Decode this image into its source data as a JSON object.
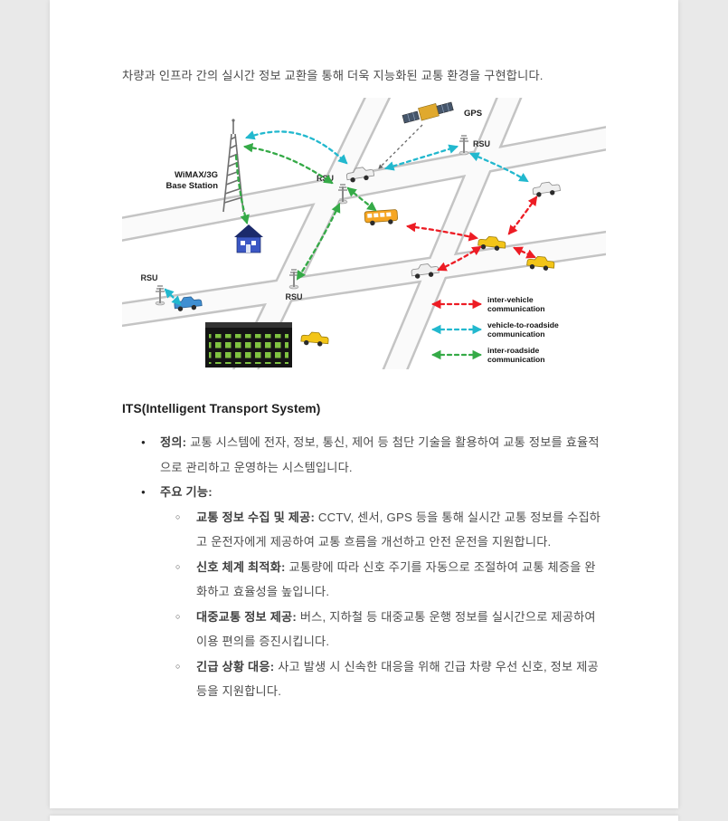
{
  "content": {
    "intro": "차량과 인프라 간의 실시간 정보 교환을 통해 더욱 지능화된 교통 환경을 구현합니다.",
    "heading": "ITS(Intelligent Transport System)",
    "bullets": [
      {
        "lead": "정의:",
        "text": " 교통 시스템에 전자, 정보, 통신, 제어 등 첨단 기술을 활용하여 교통 정보를 효율적으로 관리하고 운영하는 시스템입니다."
      },
      {
        "lead": "주요 기능:",
        "text": ""
      }
    ],
    "sub_bullets": [
      {
        "lead": "교통 정보 수집 및 제공:",
        "text": " CCTV, 센서, GPS 등을 통해 실시간 교통 정보를 수집하고 운전자에게 제공하여 교통 흐름을 개선하고 안전 운전을 지원합니다."
      },
      {
        "lead": "신호 체계 최적화:",
        "text": " 교통량에 따라 신호 주기를 자동으로 조절하여 교통 체증을 완화하고 효율성을 높입니다."
      },
      {
        "lead": "대중교통 정보 제공:",
        "text": " 버스, 지하철 등 대중교통 운행 정보를 실시간으로 제공하여 이용 편의를 증진시킵니다."
      },
      {
        "lead": "긴급 상황 대응:",
        "text": " 사고 발생 시 신속한 대응을 위해 긴급 차량 우선 신호, 정보 제공 등을 지원합니다."
      }
    ]
  },
  "diagram": {
    "labels": {
      "gps": "GPS",
      "base_station_line1": "WiMAX/3G",
      "base_station_line2": "Base Station",
      "rsu": "RSU"
    },
    "colors": {
      "inter_vehicle": "#ed1c24",
      "vehicle_to_roadside": "#22b8ce",
      "inter_roadside": "#35aa47"
    },
    "legend": [
      {
        "line1": "inter-vehicle",
        "line2": "communication",
        "color": "#ed1c24"
      },
      {
        "line1": "vehicle-to-roadside",
        "line2": "communication",
        "color": "#22b8ce"
      },
      {
        "line1": "inter-roadside",
        "line2": "communication",
        "color": "#35aa47"
      }
    ]
  }
}
